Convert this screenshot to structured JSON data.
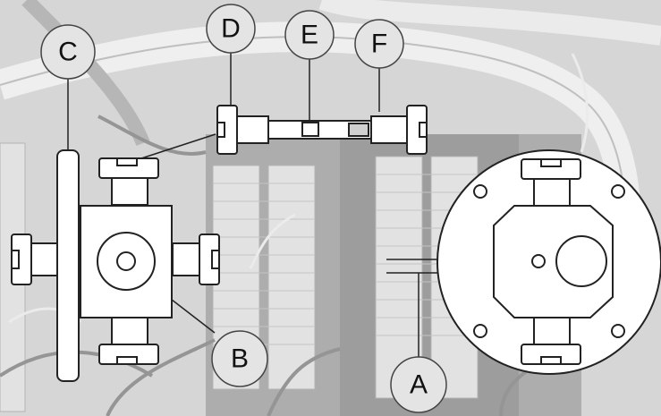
{
  "callouts": {
    "a": "A",
    "b": "B",
    "c": "C",
    "d": "D",
    "e": "E",
    "f": "F"
  },
  "colors": {
    "background": "#d9d9d9",
    "part_fill": "#ffffff",
    "part_stroke": "#222222",
    "photo_light": "#efefef",
    "photo_mid": "#c4c4c4",
    "photo_dark": "#9c9c9c"
  }
}
